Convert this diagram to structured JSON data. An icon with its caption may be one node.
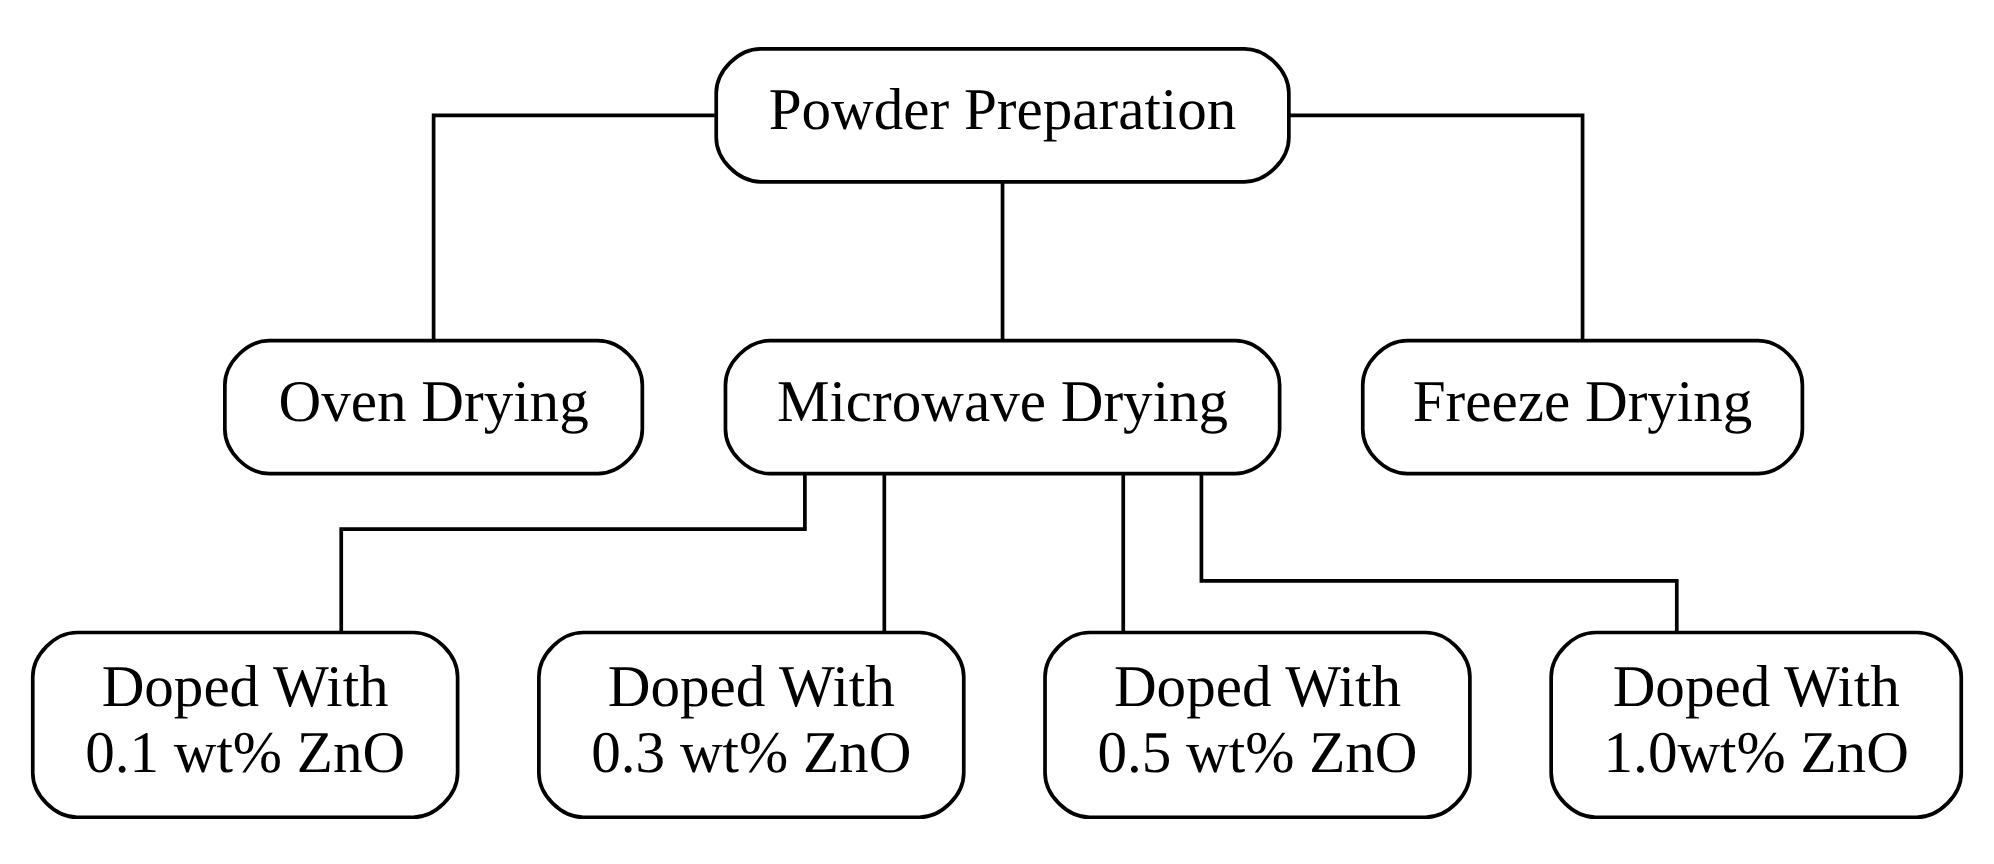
{
  "diagram": {
    "nodes": [
      {
        "text": [
          "Powder Preparation"
        ]
      },
      {
        "text": [
          "Oven Drying"
        ]
      },
      {
        "text": [
          "Microwave Drying"
        ]
      },
      {
        "text": [
          "Freeze Drying"
        ]
      },
      {
        "text": [
          "Doped With 0.1 wt% ZnO"
        ]
      },
      {
        "text": [
          "Doped With 0.3 wt% ZnO"
        ]
      },
      {
        "text": [
          "Doped With 0.5 wt% ZnO"
        ]
      },
      {
        "text": [
          "Doped With 1.0wt% ZnO"
        ]
      }
    ],
    "edges": [
      {
        "from": 0,
        "to": 1,
        "arrow": "none"
      },
      {
        "from": 0,
        "to": 2,
        "arrow": "none"
      },
      {
        "from": 0,
        "to": 3,
        "arrow": "none"
      },
      {
        "from": 2,
        "to": 4,
        "arrow": "none"
      },
      {
        "from": 2,
        "to": 5,
        "arrow": "none"
      },
      {
        "from": 2,
        "to": 6,
        "arrow": "none"
      },
      {
        "from": 2,
        "to": 7,
        "arrow": "none"
      }
    ]
  }
}
